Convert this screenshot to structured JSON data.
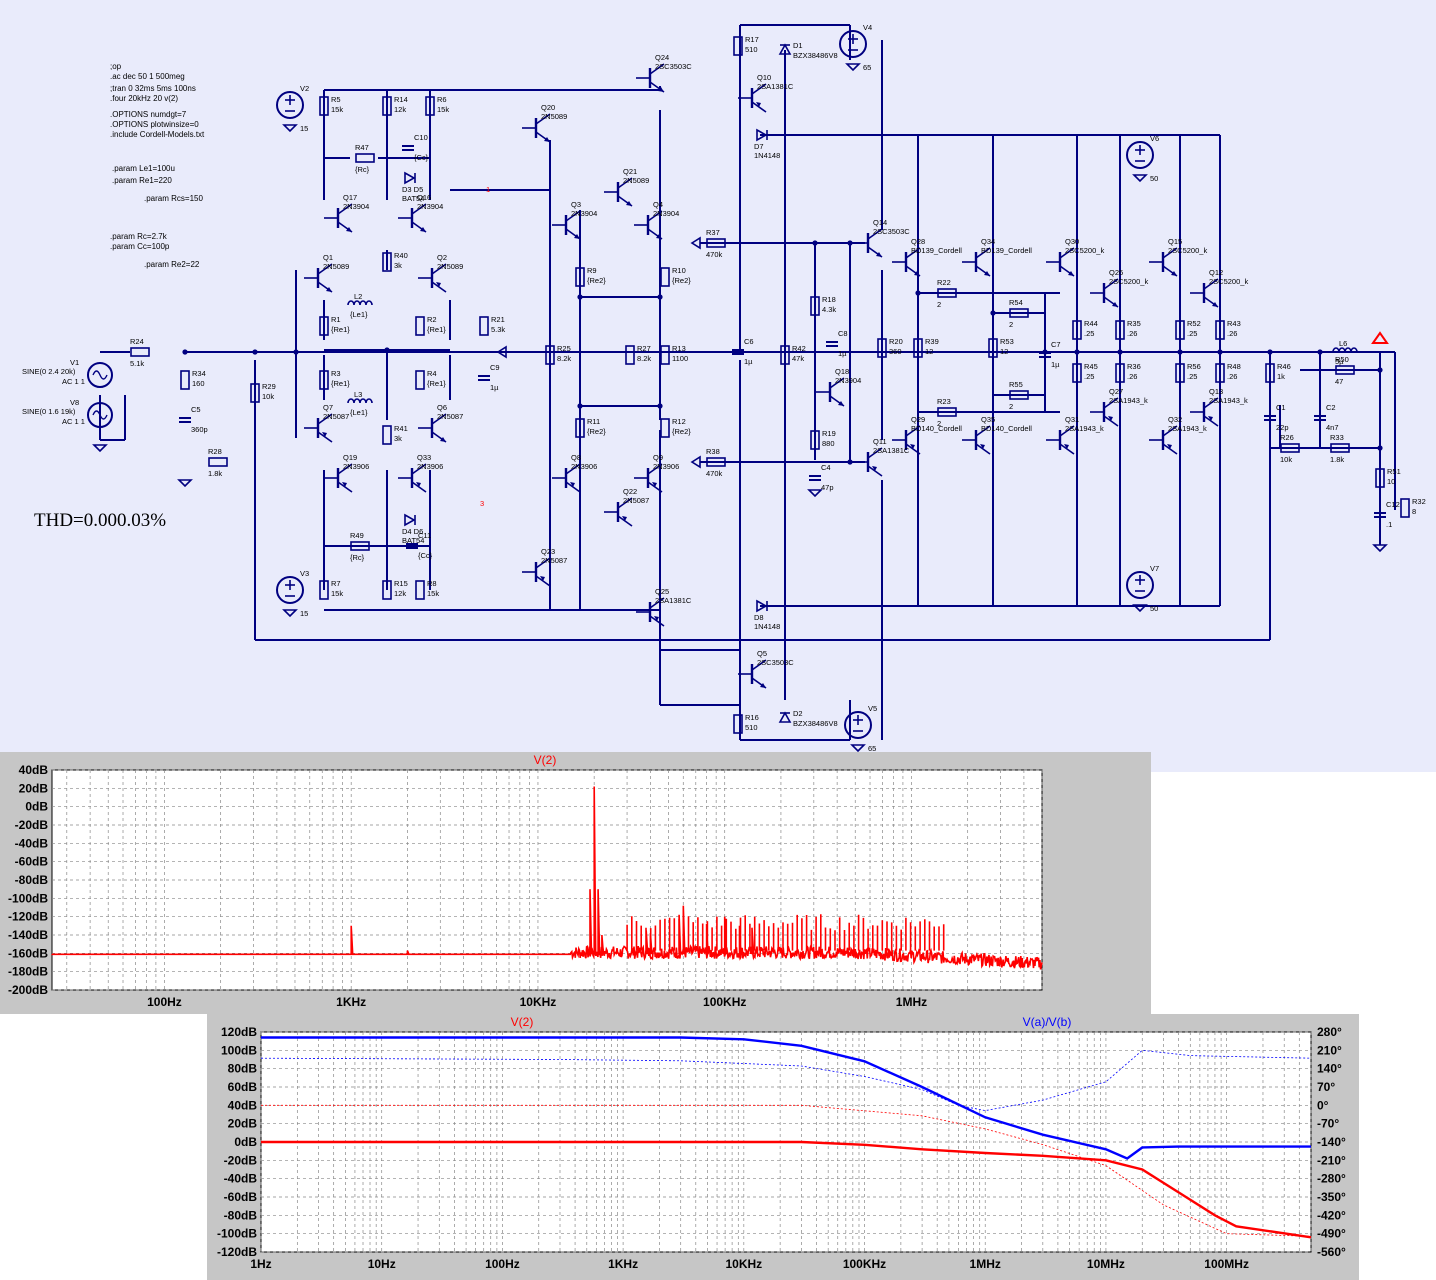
{
  "schematic": {
    "directives": [
      ";op",
      ".ac dec 50 1 500meg",
      ";tran 0 32ms 5ms 100ns",
      ".four 20kHz 20 v(2)",
      ".OPTIONS numdgt=7",
      ".OPTIONS plotwinsize=0",
      ".include Cordell-Models.txt"
    ],
    "params": [
      ".param Le1=100u",
      ".param Re1=220",
      ".param Rcs=150",
      ".param Rc=2.7k",
      ".param Cc=100p",
      ".param Re2=22"
    ],
    "thd_text": "THD=0.000.03%",
    "sources": [
      {
        "id": "V2",
        "val": "15"
      },
      {
        "id": "V3",
        "val": "15"
      },
      {
        "id": "V4",
        "val": "65"
      },
      {
        "id": "V5",
        "val": "65"
      },
      {
        "id": "V6",
        "val": "50"
      },
      {
        "id": "V7",
        "val": "50"
      }
    ],
    "v1": {
      "id": "V1",
      "line1": "SINE(0 2.4 20k)",
      "line2": "AC 1 1"
    },
    "v8": {
      "id": "V8",
      "line1": "SINE(0 1.6 19k)",
      "line2": "AC 1 1"
    },
    "resistors": [
      {
        "id": "R24",
        "val": "5.1k"
      },
      {
        "id": "R34",
        "val": "160"
      },
      {
        "id": "R29",
        "val": "10k"
      },
      {
        "id": "R28",
        "val": "1.8k"
      },
      {
        "id": "R5",
        "val": "15k"
      },
      {
        "id": "R14",
        "val": "12k"
      },
      {
        "id": "R6",
        "val": "15k"
      },
      {
        "id": "R47",
        "val": "{Rc}"
      },
      {
        "id": "R40",
        "val": "3k"
      },
      {
        "id": "R1",
        "val": "{Re1}"
      },
      {
        "id": "R2",
        "val": "{Re1}"
      },
      {
        "id": "R3",
        "val": "{Re1}"
      },
      {
        "id": "R4",
        "val": "{Re1}"
      },
      {
        "id": "R21",
        "val": "5.3k"
      },
      {
        "id": "R41",
        "val": "3k"
      },
      {
        "id": "R49",
        "val": "{Rc}"
      },
      {
        "id": "R7",
        "val": "15k"
      },
      {
        "id": "R15",
        "val": "12k"
      },
      {
        "id": "R8",
        "val": "15k"
      },
      {
        "id": "R9",
        "val": "{Re2}"
      },
      {
        "id": "R10",
        "val": "{Re2}"
      },
      {
        "id": "R25",
        "val": "8.2k"
      },
      {
        "id": "R27",
        "val": "8.2k"
      },
      {
        "id": "R13",
        "val": "1100"
      },
      {
        "id": "R11",
        "val": "{Re2}"
      },
      {
        "id": "R12",
        "val": "{Re2}"
      },
      {
        "id": "R17",
        "val": "510"
      },
      {
        "id": "R16",
        "val": "510"
      },
      {
        "id": "R37",
        "val": "470k"
      },
      {
        "id": "R38",
        "val": "470k"
      },
      {
        "id": "R42",
        "val": "47k"
      },
      {
        "id": "R18",
        "val": "4.3k"
      },
      {
        "id": "R19",
        "val": "880"
      },
      {
        "id": "R20",
        "val": "360"
      },
      {
        "id": "R39",
        "val": "12"
      },
      {
        "id": "R22",
        "val": "2"
      },
      {
        "id": "R53",
        "val": "12"
      },
      {
        "id": "R54",
        "val": "2"
      },
      {
        "id": "R55",
        "val": "2"
      },
      {
        "id": "R23",
        "val": "2"
      },
      {
        "id": "R44",
        "val": ".25"
      },
      {
        "id": "R35",
        "val": ".26"
      },
      {
        "id": "R52",
        "val": ".25"
      },
      {
        "id": "R43",
        "val": ".26"
      },
      {
        "id": "R45",
        "val": ".25"
      },
      {
        "id": "R36",
        "val": ".26"
      },
      {
        "id": "R56",
        "val": ".25"
      },
      {
        "id": "R48",
        "val": ".26"
      },
      {
        "id": "R46",
        "val": "1k"
      },
      {
        "id": "R50",
        "val": "47"
      },
      {
        "id": "R26",
        "val": "10k"
      },
      {
        "id": "R33",
        "val": "1.8k"
      },
      {
        "id": "R51",
        "val": "10"
      },
      {
        "id": "R32",
        "val": "8"
      }
    ],
    "caps": [
      {
        "id": "C5",
        "val": "360p"
      },
      {
        "id": "C10",
        "val": "{Cc}"
      },
      {
        "id": "C11",
        "val": "{Cc}"
      },
      {
        "id": "C9",
        "val": "1µ"
      },
      {
        "id": "C6",
        "val": "1µ"
      },
      {
        "id": "C8",
        "val": "1µ"
      },
      {
        "id": "C4",
        "val": "47p"
      },
      {
        "id": "C7",
        "val": "1µ"
      },
      {
        "id": "C1",
        "val": "22p"
      },
      {
        "id": "C2",
        "val": "4n7"
      },
      {
        "id": "C12",
        "val": ".1"
      }
    ],
    "inductors": [
      {
        "id": "L2",
        "val": "{Le1}"
      },
      {
        "id": "L3",
        "val": "{Le1}"
      },
      {
        "id": "L6",
        "val": "5µ"
      }
    ],
    "diodes": [
      {
        "id": "D1",
        "val": "BZX38486V8"
      },
      {
        "id": "D2",
        "val": "BZX38486V8"
      },
      {
        "id": "D7",
        "val": "1N4148"
      },
      {
        "id": "D8",
        "val": "1N4148"
      },
      {
        "id": "D3  D5",
        "val": "BAT54"
      },
      {
        "id": "D4  D6",
        "val": "BAT54"
      }
    ],
    "transistors": [
      {
        "id": "Q17",
        "val": "2N3904"
      },
      {
        "id": "Q16",
        "val": "2N3904"
      },
      {
        "id": "Q1",
        "val": "2N5089"
      },
      {
        "id": "Q2",
        "val": "2N5089"
      },
      {
        "id": "Q7",
        "val": "2N5087"
      },
      {
        "id": "Q6",
        "val": "2N5087"
      },
      {
        "id": "Q19",
        "val": "2N3906"
      },
      {
        "id": "Q33",
        "val": "2N3906"
      },
      {
        "id": "Q20",
        "val": "2N5089"
      },
      {
        "id": "Q21",
        "val": "2N5089"
      },
      {
        "id": "Q3",
        "val": "2N3904"
      },
      {
        "id": "Q4",
        "val": "2N3904"
      },
      {
        "id": "Q8",
        "val": "2N3906"
      },
      {
        "id": "Q9",
        "val": "2N3906"
      },
      {
        "id": "Q22",
        "val": "2N5087"
      },
      {
        "id": "Q23",
        "val": "2N5087"
      },
      {
        "id": "Q24",
        "val": "2SC3503C"
      },
      {
        "id": "Q25",
        "val": "2SA1381C"
      },
      {
        "id": "Q10",
        "val": "2SA1381C"
      },
      {
        "id": "Q5",
        "val": "2SC3503C"
      },
      {
        "id": "Q14",
        "val": "2SC3503C"
      },
      {
        "id": "Q11",
        "val": "2SA1381C"
      },
      {
        "id": "Q18",
        "val": "2N3904"
      },
      {
        "id": "Q28",
        "val": "BD139_Cordell"
      },
      {
        "id": "Q34",
        "val": "BD139_Cordell"
      },
      {
        "id": "Q29",
        "val": "BD140_Cordell"
      },
      {
        "id": "Q35",
        "val": "BD140_Cordell"
      },
      {
        "id": "Q30",
        "val": "2SC5200_k"
      },
      {
        "id": "Q26",
        "val": "2SC5200_k"
      },
      {
        "id": "Q15",
        "val": "2SC5200_k"
      },
      {
        "id": "Q12",
        "val": "2SC5200_k"
      },
      {
        "id": "Q31",
        "val": "2SA1943_k"
      },
      {
        "id": "Q27",
        "val": "2SA1943_k"
      },
      {
        "id": "Q32",
        "val": "2SA1943_k"
      },
      {
        "id": "Q13",
        "val": "2SA1943_k"
      }
    ],
    "nets": [
      "1",
      "3"
    ]
  },
  "fft_plot": {
    "trace_label": "V(2)",
    "trace_color": "#ff0000",
    "y_ticks": [
      "40dB",
      "20dB",
      "0dB",
      "-20dB",
      "-40dB",
      "-60dB",
      "-80dB",
      "-100dB",
      "-120dB",
      "-140dB",
      "-160dB",
      "-180dB",
      "-200dB"
    ],
    "x_ticks": [
      "100Hz",
      "1KHz",
      "10KHz",
      "100KHz",
      "1MHz"
    ]
  },
  "bode_plot": {
    "left_label": "V(2)",
    "right_label": "V(a)/V(b)",
    "left_color": "#ff0000",
    "right_color": "#0000ff",
    "y_left_ticks": [
      "120dB",
      "100dB",
      "80dB",
      "60dB",
      "40dB",
      "20dB",
      "0dB",
      "-20dB",
      "-40dB",
      "-60dB",
      "-80dB",
      "-100dB",
      "-120dB"
    ],
    "y_right_ticks": [
      "280°",
      "210°",
      "140°",
      "70°",
      "0°",
      "-70°",
      "-140°",
      "-210°",
      "-280°",
      "-350°",
      "-420°",
      "-490°",
      "-560°"
    ],
    "x_ticks": [
      "1Hz",
      "10Hz",
      "100Hz",
      "1KHz",
      "10KHz",
      "100KHz",
      "1MHz",
      "10MHz",
      "100MHz"
    ]
  },
  "chart_data": [
    {
      "type": "line",
      "xscale": "log",
      "xlim": [
        25,
        5000000
      ],
      "ylim": [
        -200,
        40
      ],
      "series": [
        {
          "name": "V(2)",
          "peaks": [
            [
              1000,
              -130
            ],
            [
              2000,
              -157
            ],
            [
              19000,
              -90
            ],
            [
              20000,
              22
            ],
            [
              21000,
              -90
            ],
            [
              22000,
              -140
            ],
            [
              38000,
              -135
            ],
            [
              40000,
              -138
            ],
            [
              57000,
              -118
            ],
            [
              60000,
              -108
            ],
            [
              80000,
              -128
            ],
            [
              100000,
              -120
            ],
            [
              120000,
              -130
            ],
            [
              140000,
              -132
            ]
          ],
          "floor": -161
        }
      ]
    },
    {
      "type": "line",
      "xscale": "log",
      "xlim": [
        1,
        500000000
      ],
      "ylim": [
        -120,
        120
      ],
      "y2lim": [
        -560,
        280
      ],
      "series": [
        {
          "name": "V(2)",
          "points": [
            [
              1,
              0
            ],
            [
              10,
              0
            ],
            [
              100,
              0
            ],
            [
              1000,
              0
            ],
            [
              10000,
              0
            ],
            [
              30000,
              0
            ],
            [
              100000,
              -3
            ],
            [
              300000,
              -8
            ],
            [
              1000000,
              -12
            ],
            [
              3000000,
              -15
            ],
            [
              10000000,
              -20
            ],
            [
              20000000,
              -30
            ],
            [
              40000000,
              -55
            ],
            [
              80000000,
              -80
            ],
            [
              120000000,
              -92
            ],
            [
              500000000,
              -104
            ]
          ]
        },
        {
          "name": "V(a)/V(b)",
          "points": [
            [
              1,
              114
            ],
            [
              10,
              114
            ],
            [
              100,
              114
            ],
            [
              1000,
              114
            ],
            [
              3000,
              114
            ],
            [
              10000,
              112
            ],
            [
              30000,
              105
            ],
            [
              100000,
              88
            ],
            [
              300000,
              60
            ],
            [
              1000000,
              27
            ],
            [
              3000000,
              8
            ],
            [
              10000000,
              -8
            ],
            [
              15000000,
              -18
            ],
            [
              20000000,
              -6
            ],
            [
              30000,
              105
            ],
            [
              40000000,
              -5
            ],
            [
              500000000,
              -5
            ]
          ]
        }
      ]
    }
  ]
}
